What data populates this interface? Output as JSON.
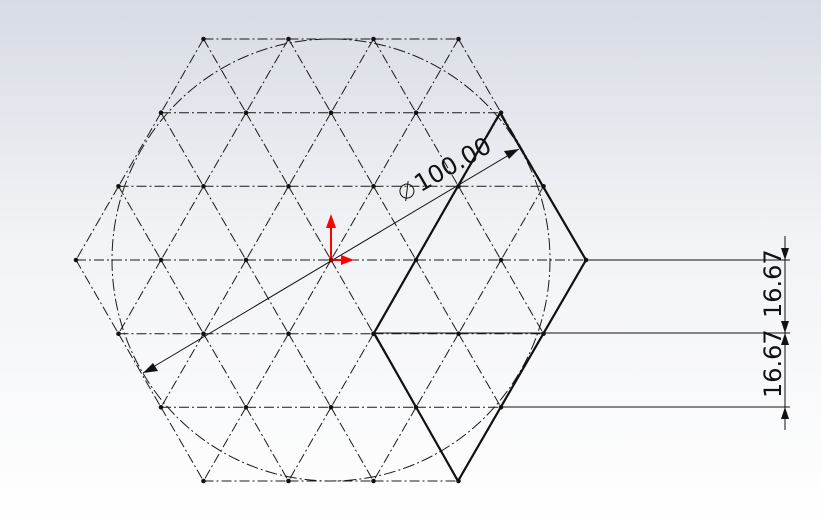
{
  "drawing": {
    "type": "sketch",
    "units": "mm",
    "circle_diameter_label": "100.00",
    "diameter_symbol": "⌀",
    "dimensions": [
      {
        "label": "16.67",
        "orientation": "vertical"
      },
      {
        "label": "16.67",
        "orientation": "vertical"
      }
    ],
    "grid": "triangular",
    "origin_color": "#ff0000"
  }
}
